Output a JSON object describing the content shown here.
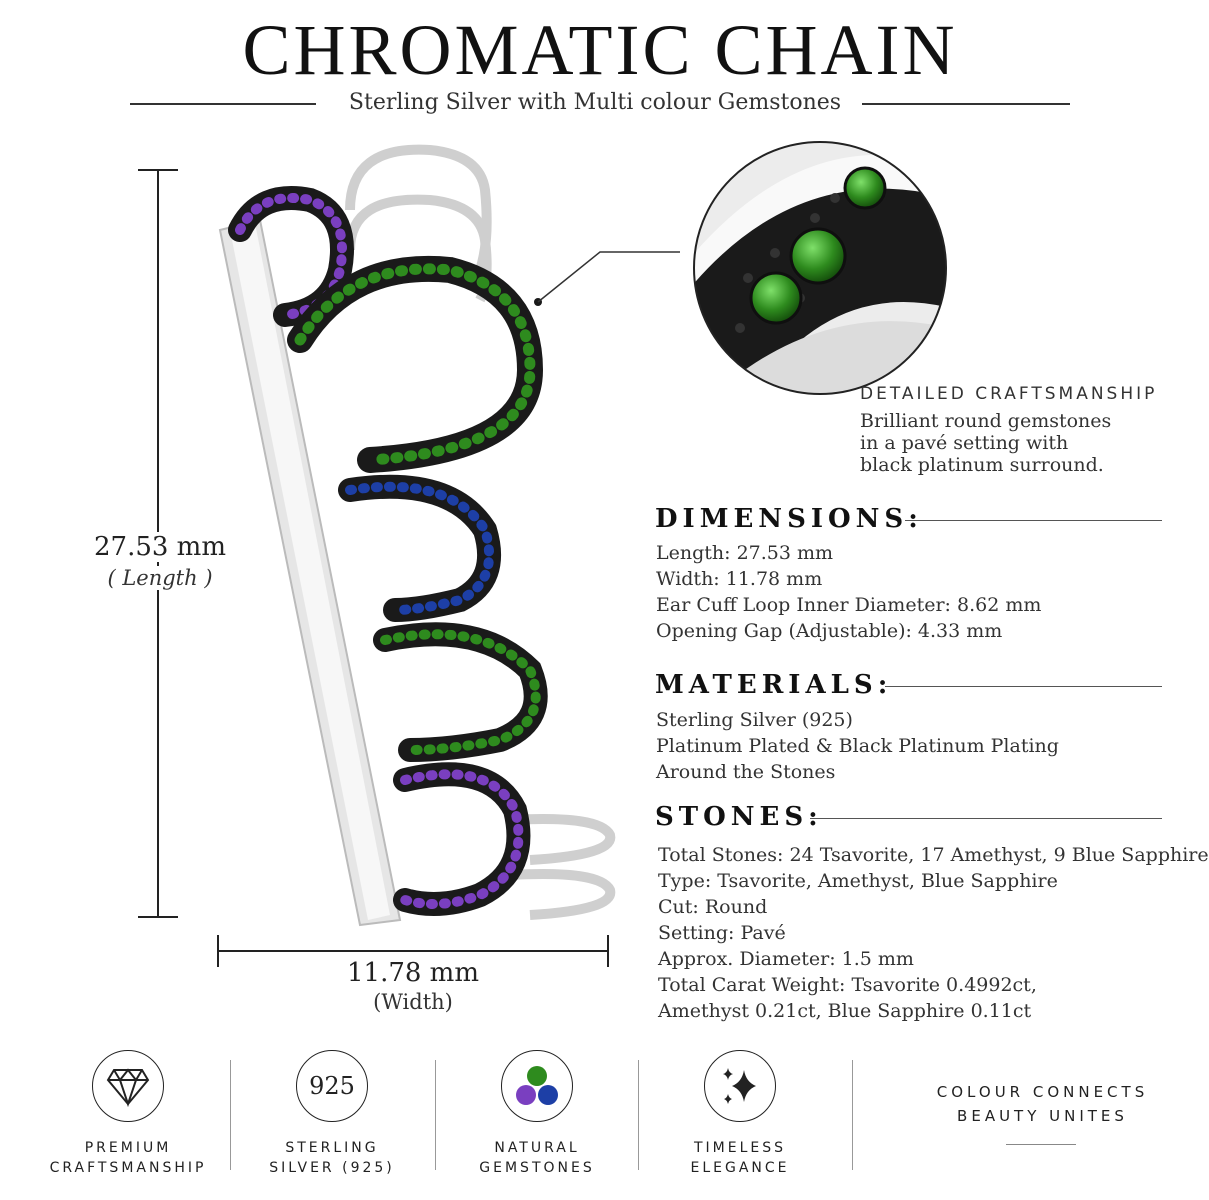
{
  "header": {
    "title": "CHROMATIC CHAIN",
    "subtitle": "Sterling Silver with Multi colour Gemstones"
  },
  "dimension_labels": {
    "length_value": "27.53 mm",
    "length_label": "( Length )",
    "width_value": "11.78 mm",
    "width_label": "(Width)"
  },
  "detail": {
    "title": "DETAILED CRAFTSMANSHIP",
    "lines": [
      "Brilliant round gemstones",
      "in a pavé setting with",
      "black platinum surround."
    ]
  },
  "dimensions": {
    "heading": "DIMENSIONS:",
    "lines": [
      "Length: 27.53 mm",
      "Width: 11.78 mm",
      "Ear Cuff Loop Inner Diameter: 8.62 mm",
      "Opening Gap (Adjustable): 4.33 mm"
    ]
  },
  "materials": {
    "heading": "MATERIALS:",
    "lines": [
      "Sterling Silver (925)",
      "Platinum Plated & Black Platinum Plating",
      "Around the Stones"
    ]
  },
  "stones": {
    "heading": "STONES:",
    "lines": [
      "Total Stones: 24 Tsavorite, 17 Amethyst, 9 Blue Sapphire",
      "Type: Tsavorite, Amethyst, Blue Sapphire",
      "Cut: Round",
      "Setting: Pavé",
      "Approx. Diameter: 1.5 mm",
      "Total Carat Weight: Tsavorite 0.4992ct,",
      "Amethyst 0.21ct, Blue Sapphire 0.11ct"
    ]
  },
  "features": [
    {
      "icon": "diamond-icon",
      "line1": "PREMIUM",
      "line2": "CRAFTSMANSHIP"
    },
    {
      "icon": "925-badge-icon",
      "badge": "925",
      "line1": "STERLING",
      "line2": "SILVER (925)"
    },
    {
      "icon": "gemstones-icon",
      "line1": "NATURAL",
      "line2": "GEMSTONES"
    },
    {
      "icon": "sparkle-icon",
      "line1": "TIMELESS",
      "line2": "ELEGANCE"
    }
  ],
  "motto": {
    "line1": "COLOUR CONNECTS",
    "line2": "BEAUTY UNITES"
  },
  "colors": {
    "tsavorite": "#2e8b1e",
    "amethyst": "#7a3fc0",
    "sapphire": "#1d3fa6",
    "setting": "#1a1a1a",
    "silver": "#e6e6e6"
  }
}
